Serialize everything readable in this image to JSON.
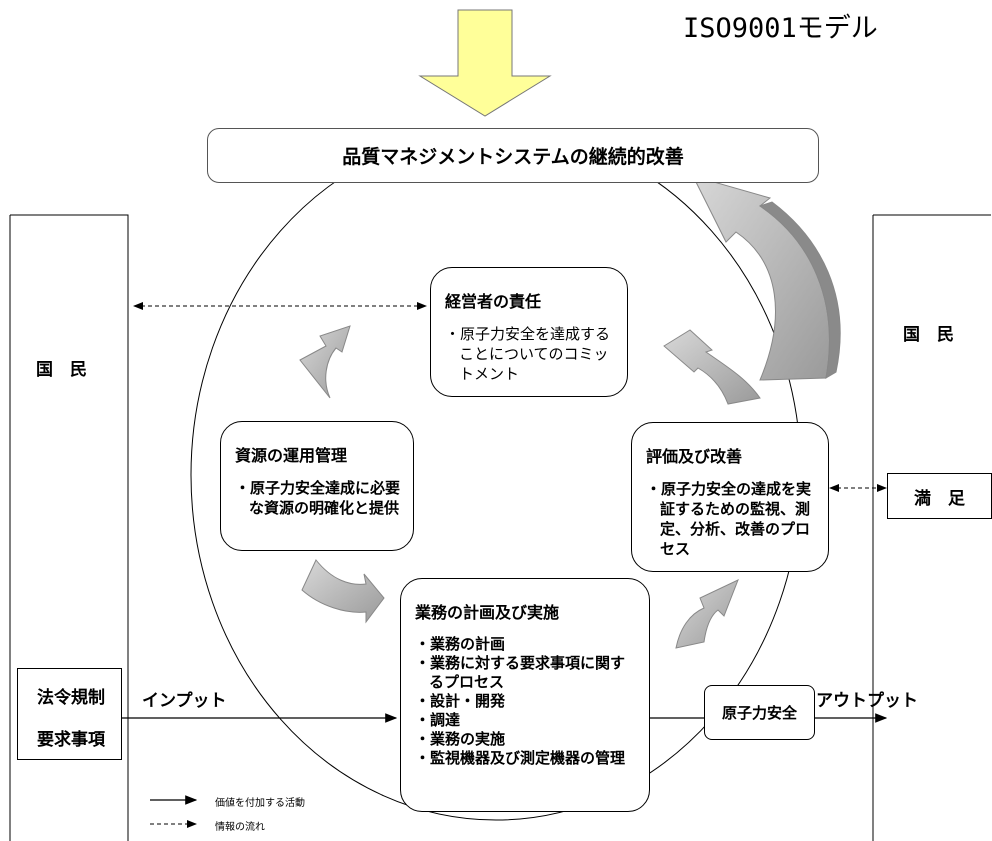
{
  "header": {
    "model_title": "ISO9001モデル"
  },
  "top_banner": {
    "label": "品質マネジメントシステムの継続的改善"
  },
  "left_column": {
    "label": "国　民"
  },
  "right_column": {
    "label": "国　民",
    "satisfaction_label": "満　足"
  },
  "inputs": {
    "regulations": "法令規制",
    "requirements": "要求事項",
    "input_label": "インプット"
  },
  "outputs": {
    "product": "原子力安全",
    "output_label": "アウトプット"
  },
  "processes": {
    "management": {
      "title": "経営者の責任",
      "items": [
        "原子力安全を達成することについてのコミットメント"
      ]
    },
    "resources": {
      "title": "資源の運用管理",
      "items": [
        "原子力安全達成に必要な資源の明確化と提供"
      ]
    },
    "evaluation": {
      "title": "評価及び改善",
      "items": [
        "原子力安全の達成を実証するための監視、測定、分析、改善のプロセス"
      ]
    },
    "operations": {
      "title": "業務の計画及び実施",
      "items": [
        "業務の計画",
        "業務に対する要求事項に関するプロセス",
        "設計・開発",
        "調達",
        "業務の実施",
        "監視機器及び測定機器の管理"
      ]
    }
  },
  "legend": {
    "solid_label": "価値を付加する活動",
    "dashed_label": "情報の流れ"
  },
  "colors": {
    "top_arrow_fill": "#FFFF99",
    "cycle_arrow_fill": "#B8B8B8"
  }
}
